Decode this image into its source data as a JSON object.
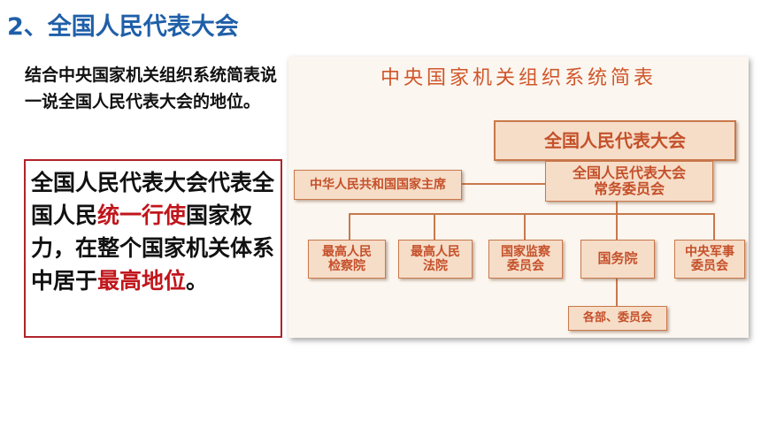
{
  "slide": {
    "title": "2、全国人民代表大会",
    "question": "结合中央国家机关组织系统简表说一说全国人民代表大会的地位。",
    "answer_part1": "全国人民代表大会代表全国人民",
    "answer_highlight1": "统一行使",
    "answer_part2": "国家权力，在整个国家机关体系中居于",
    "answer_highlight2": "最高地位",
    "answer_end": "。"
  },
  "diagram": {
    "title": "中央国家机关组织系统简表",
    "npc": "全国人民代表大会",
    "standing_committee_line1": "全国人民代表大会",
    "standing_committee_line2": "常务委员会",
    "president": "中华人民共和国国家主席",
    "procuratorate_line1": "最高人民",
    "procuratorate_line2": "检察院",
    "court_line1": "最高人民",
    "court_line2": "法院",
    "supervision_line1": "国家监察",
    "supervision_line2": "委员会",
    "state_council": "国务院",
    "military_line1": "中央军事",
    "military_line2": "委员会",
    "ministries": "各部、委员会"
  },
  "colors": {
    "title_blue": "#1f5fa8",
    "highlight_red": "#c0161c",
    "box_border": "#b0242a",
    "node_fill": "#f6ddc8",
    "node_text": "#c4502a"
  }
}
